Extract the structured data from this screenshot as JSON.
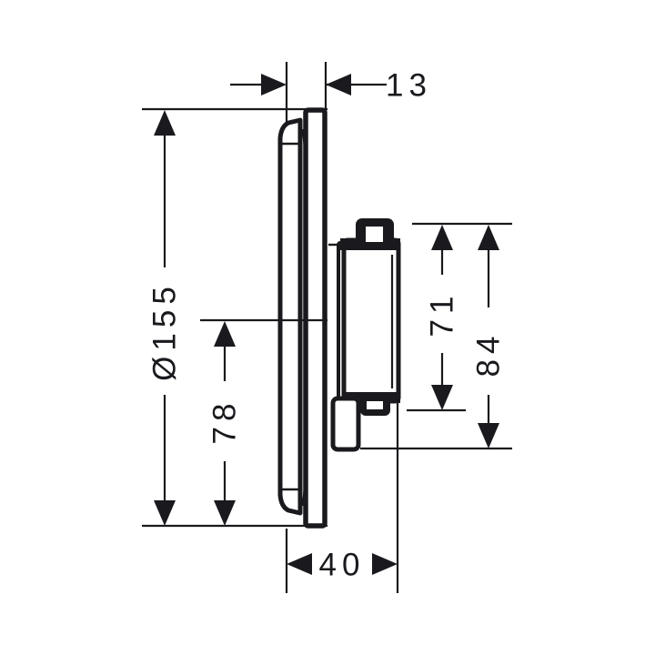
{
  "drawing": {
    "kind": "technical-dimension-drawing",
    "view": "side-view-mixer-valve",
    "colors": {
      "line": "#1a1a1e",
      "background": "#ffffff"
    },
    "dims": {
      "d13": {
        "label": "13"
      },
      "d155": {
        "label": "Ø155"
      },
      "d78": {
        "label": "78"
      },
      "d71": {
        "label": "71"
      },
      "d84": {
        "label": "84"
      },
      "d40": {
        "label": "40"
      }
    }
  }
}
